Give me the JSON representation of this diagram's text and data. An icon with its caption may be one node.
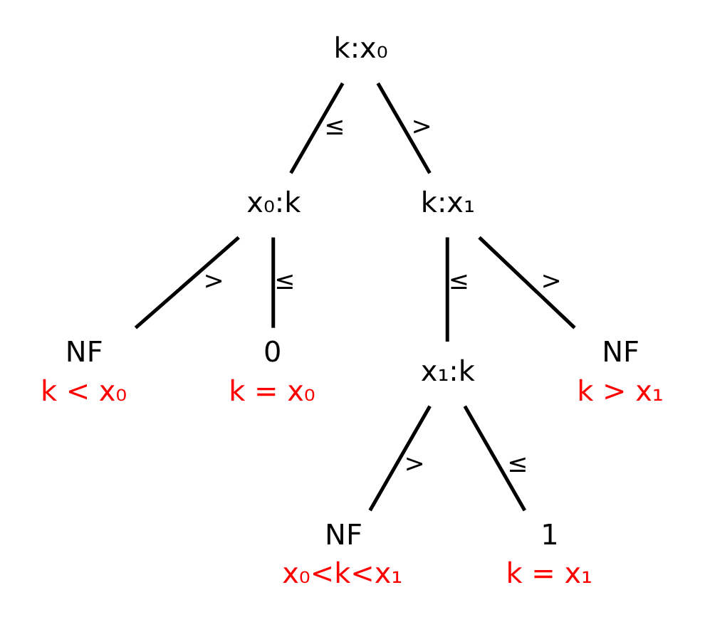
{
  "diagram": {
    "nodes": [
      {
        "text": [
          "k:x₀"
        ]
      },
      {
        "text": [
          "x₀:k"
        ]
      },
      {
        "text": [
          "k:x₁"
        ]
      },
      {
        "text": [
          "NF"
        ],
        "beside": [
          "k < x₀"
        ]
      },
      {
        "text": [
          "0"
        ],
        "beside": [
          "k = x₀"
        ]
      },
      {
        "text": [
          "x₁:k"
        ]
      },
      {
        "text": [
          "NF"
        ],
        "beside": [
          "k > x₁"
        ]
      },
      {
        "text": [
          "NF"
        ],
        "beside": [
          "x₀<k<x₁"
        ]
      },
      {
        "text": [
          "1"
        ],
        "beside": [
          "k = x₁"
        ]
      }
    ],
    "edges": [
      {
        "from": 0,
        "to": 1,
        "arrow": "none",
        "label": "≤"
      },
      {
        "from": 0,
        "to": 2,
        "arrow": "none",
        "label": ">"
      },
      {
        "from": 1,
        "to": 3,
        "arrow": "none",
        "label": ">"
      },
      {
        "from": 1,
        "to": 4,
        "arrow": "none",
        "label": "≤"
      },
      {
        "from": 2,
        "to": 5,
        "arrow": "none",
        "label": "≤"
      },
      {
        "from": 2,
        "to": 6,
        "arrow": "none",
        "label": ">"
      },
      {
        "from": 5,
        "to": 7,
        "arrow": "none",
        "label": ">"
      },
      {
        "from": 5,
        "to": 8,
        "arrow": "none",
        "label": "≤"
      }
    ]
  }
}
